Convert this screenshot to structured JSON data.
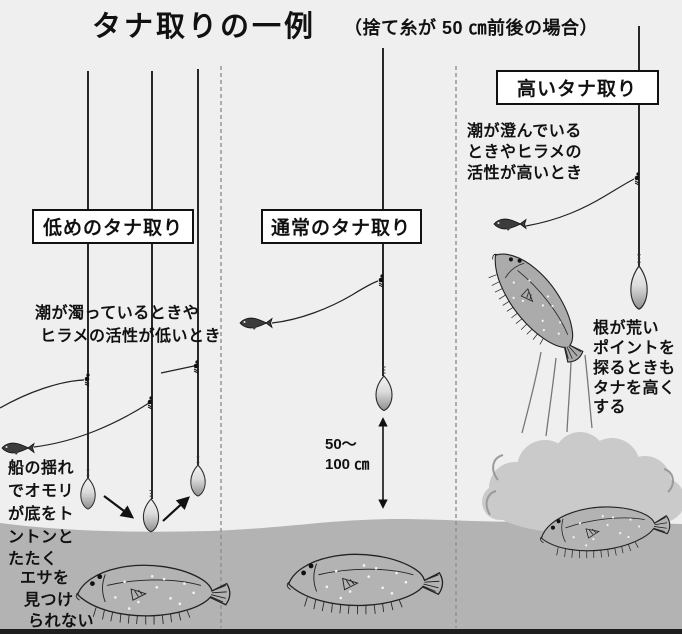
{
  "title": {
    "main": "タナ取りの一例",
    "sub": "（捨て糸が 50 ㎝前後の場合）"
  },
  "sections": {
    "low": {
      "label": "低めのタナ取り",
      "condition_lines": [
        "潮が濁っているときや",
        "ヒラメの活性が低いとき"
      ],
      "bounce_note_lines": [
        "船の揺れ",
        "でオモリ",
        "が底をト",
        "ントンと",
        "たたく"
      ],
      "bait_note_lines": [
        "エサを",
        "見つけ",
        "られない"
      ]
    },
    "normal": {
      "label": "通常のタナ取り",
      "distance_lines": [
        "50～",
        "100 ㎝"
      ]
    },
    "high": {
      "label": "高いタナ取り",
      "condition_lines": [
        "潮が澄んでいる",
        "ときやヒラメの",
        "活性が高いとき"
      ],
      "rough_note_lines": [
        "根が荒い",
        "ポイントを",
        "探るときも",
        "タナを高く",
        "する"
      ]
    }
  },
  "icons": [
    "bait-fish-icon",
    "flounder-icon",
    "sinker-icon",
    "swivel-icon",
    "dust-cloud",
    "bounce-arrow",
    "depth-range-arrow"
  ],
  "colors": {
    "background": "#efefef",
    "seabed": "#b3b3b3",
    "dust_cloud": "#cacaca",
    "bottom_band": "#1e1e1e",
    "ink": "#111111",
    "box_fill": "#ffffff"
  }
}
